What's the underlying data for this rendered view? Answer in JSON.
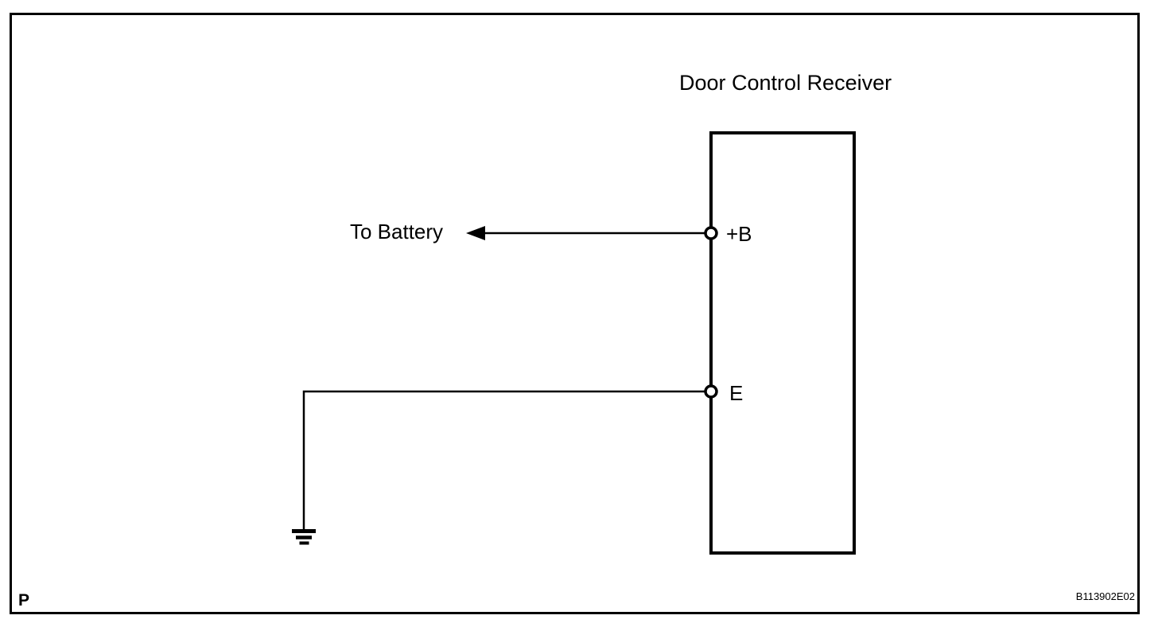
{
  "diagram": {
    "title": "Door Control Receiver",
    "to_battery_label": "To Battery",
    "terminals": [
      {
        "label": "+B",
        "connection": "wire with arrow pointing left to To Battery"
      },
      {
        "label": "E",
        "connection": "wire left and down to ground symbol"
      }
    ],
    "page_marker": "P",
    "figure_code": "B113902E02",
    "colors": {
      "line": "#000000",
      "background": "#ffffff"
    }
  }
}
